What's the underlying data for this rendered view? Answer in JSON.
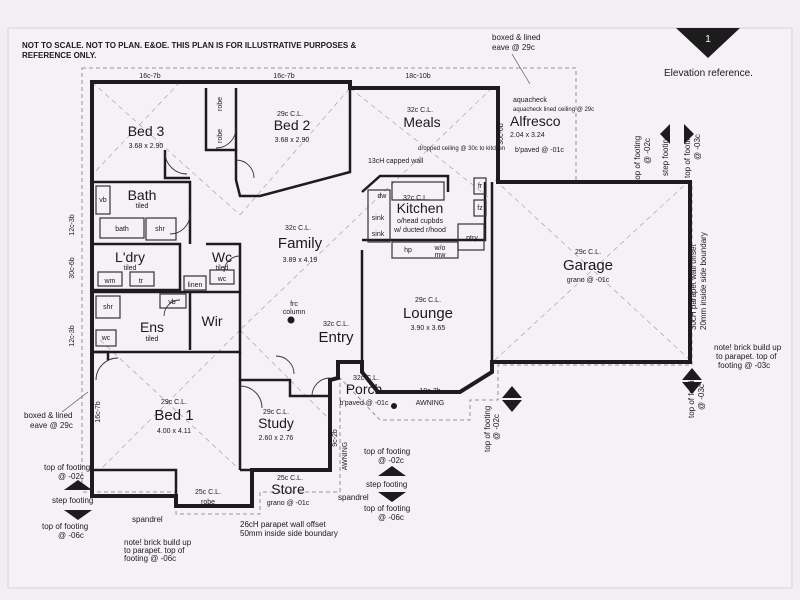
{
  "disclaimer": {
    "line1": "NOT TO SCALE. NOT TO PLAN. E&OE. THIS PLAN IS FOR ILLUSTRATIVE PURPOSES &",
    "line2": "REFERENCE ONLY."
  },
  "elevation": {
    "number": "1",
    "label": "Elevation reference."
  },
  "rooms": {
    "bed3": {
      "name": "Bed 3",
      "dims": "3.68 x 2.90"
    },
    "robe": {
      "name": "robe"
    },
    "bed2": {
      "name": "Bed 2",
      "ceiling": "29c C.L.",
      "dims": "3.68 x 2.90"
    },
    "meals": {
      "name": "Meals",
      "ceiling": "32c C.L."
    },
    "alfresco": {
      "name": "Alfresco",
      "ceiling": "aquacheck lined ceiling @ 29c",
      "dims": "2.04 x 3.24",
      "floor": "b'paved @ -01c"
    },
    "bath": {
      "name": "Bath",
      "tiled": "tiled",
      "bath": "bath",
      "shr": "shr",
      "vb": "vb"
    },
    "kitchen": {
      "name": "Kitchen",
      "ceiling": "32c C.L.",
      "capped": "13cH capped wall",
      "dropped": "dropped ceiling @ 30c to kitchen",
      "cupbds": "o/head cupbds",
      "ducted": "w/ ducted r/hood",
      "sink": "sink",
      "dw": "dw",
      "hp": "hp",
      "wo": "w/o",
      "mw": "mw",
      "ptry": "ptry",
      "fr": "fr",
      "fz": "fz"
    },
    "family": {
      "name": "Family",
      "ceiling": "32c C.L.",
      "dims": "3.89 x 4.19"
    },
    "ldry": {
      "name": "L'dry",
      "tiled": "tiled",
      "wm": "wm",
      "tr": "tr"
    },
    "wc": {
      "name": "Wc",
      "tiled": "tiled",
      "wc": "wc"
    },
    "linen": {
      "name": "linen"
    },
    "garage": {
      "name": "Garage",
      "ceiling": "29c C.L.",
      "floor": "grano @ -01c"
    },
    "ens": {
      "name": "Ens",
      "tiled": "tiled",
      "shr": "shr",
      "vb": "vb",
      "wc": "wc"
    },
    "wir": {
      "name": "Wir"
    },
    "lounge": {
      "name": "Lounge",
      "ceiling": "29c C.L.",
      "dims": "3.90 x 3.65"
    },
    "entry": {
      "name": "Entry",
      "ceiling": "32c C.L."
    },
    "frc": {
      "label": "frc",
      "column": "column"
    },
    "porch": {
      "name": "Porch",
      "ceiling": "32c C.L.",
      "floor": "b'paved @ -01c",
      "awning": "AWNING",
      "awning_dim": "18c-7b"
    },
    "bed1": {
      "name": "Bed 1",
      "ceiling": "29c C.L.",
      "dims": "4.00 x 4.11"
    },
    "study": {
      "name": "Study",
      "ceiling": "29c C.L.",
      "dims": "2.60 x 2.76"
    },
    "store": {
      "name": "Store",
      "ceiling": "25c C.L.",
      "floor": "grano @ -01c"
    },
    "robe2": {
      "name": "robe",
      "ceiling": "25c C.L."
    }
  },
  "dimensions": {
    "top1": "16c-7b",
    "top2": "16c-7b",
    "top3": "18c-10b",
    "left1": "12c-3b",
    "left2": "30c-6b",
    "left3": "12c-3b",
    "left4": "16c-7b",
    "alf_side": "30c-6b",
    "awning_side": "AWNING",
    "study_side": "9c-2b"
  },
  "notes": {
    "eave_top_1": "boxed & lined",
    "eave_top_2": "eave @ 29c",
    "eave_left_1": "boxed & lined",
    "eave_left_2": "eave @ 29c",
    "footing_left_top_1": "top of footing",
    "footing_left_top_2": "@ -02c",
    "step_footing_left": "step footing",
    "footing_left_bot_1": "top of footing",
    "footing_left_bot_2": "@ -06c",
    "spandrel_left": "spandrel",
    "brick_left_1": "note! brick build up",
    "brick_left_2": "to parapet. top of",
    "brick_left_3": "footing @ -06c",
    "parapet_bottom_1": "26cH parapet wall offset",
    "parapet_bottom_2": "50mm inside side boundary",
    "footing_mid_1": "top of footing",
    "footing_mid_2": "@ -02c",
    "step_footing_mid": "step footing",
    "footing_mid_3": "top of footing",
    "footing_mid_4": "@ -06c",
    "spandrel_mid": "spandrel",
    "footing_porch_1": "top of footing",
    "footing_porch_2": "@ -02c",
    "footing_right_1": "top of footing",
    "footing_right_2": "@ -03c",
    "brick_right_1": "note! brick build up",
    "brick_right_2": "to parapet. top of",
    "brick_right_3": "footing @ -03c",
    "parapet_right_1": "30cH parapet wall offset",
    "parapet_right_2": "20mm inside side boundary",
    "footing_tr1_1": "top of footing",
    "footing_tr1_2": "@ -02c",
    "step_footing_tr": "step footing",
    "footing_tr2_1": "top of footing",
    "footing_tr2_2": "@ -03c"
  }
}
